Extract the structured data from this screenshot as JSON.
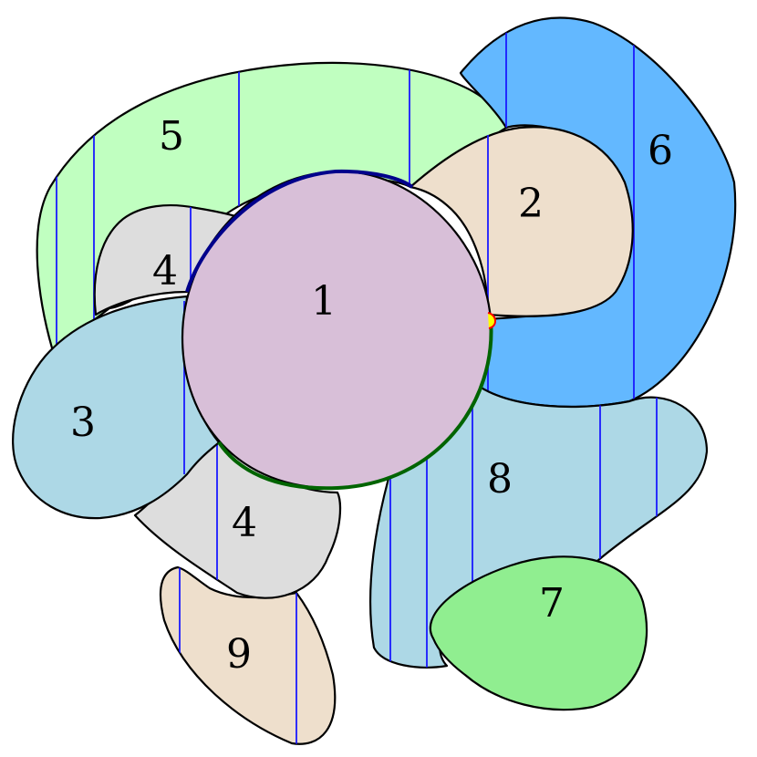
{
  "regions": [
    {
      "id": "r1",
      "label": "1",
      "color": "#d8bfd8"
    },
    {
      "id": "r2",
      "label": "2",
      "color": "#eedfcc"
    },
    {
      "id": "r3",
      "label": "3",
      "color": "#add8e6"
    },
    {
      "id": "r4a",
      "label": "4",
      "color": "#dddddd"
    },
    {
      "id": "r4b",
      "label": "4",
      "color": "#dddddd"
    },
    {
      "id": "r5",
      "label": "5",
      "color": "#c0ffc0"
    },
    {
      "id": "r6",
      "label": "6",
      "color": "#63b8ff"
    },
    {
      "id": "r7",
      "label": "7",
      "color": "#90ee90"
    },
    {
      "id": "r8",
      "label": "8",
      "color": "#add8e6"
    },
    {
      "id": "r9",
      "label": "9",
      "color": "#eedfcc"
    }
  ],
  "colors": {
    "stripe": "#1a1aff",
    "border_top": "#00008b",
    "border_right": "#006400",
    "marker": "#ff0000",
    "marker_fill": "#ffff00"
  }
}
